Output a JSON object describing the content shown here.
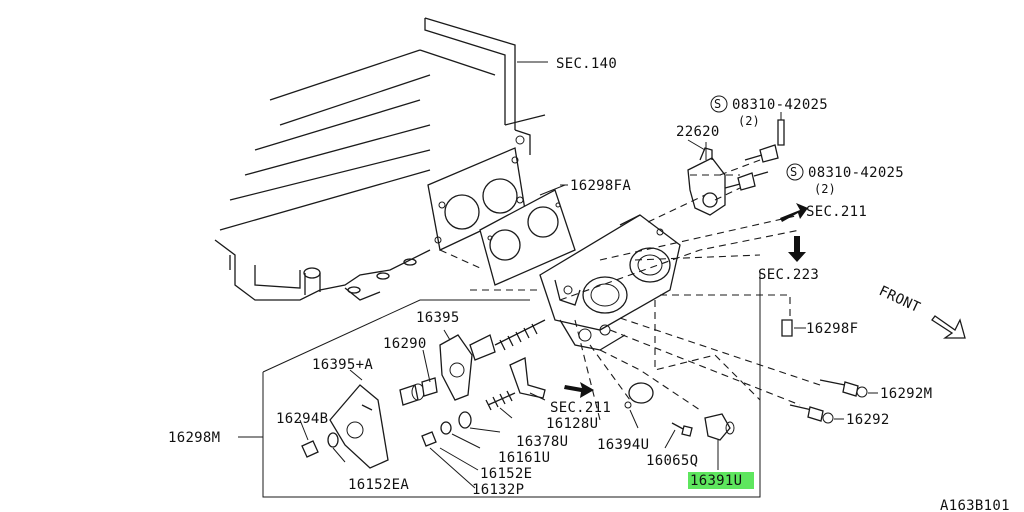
{
  "labels": {
    "sec140": "SEC.140",
    "bolt1": "08310-42025",
    "bolt1_qty": "(2)",
    "bolt2": "08310-42025",
    "bolt2_qty": "(2)",
    "s_symbol": "S",
    "p22620": "22620",
    "p16298FA": "16298FA",
    "sec211_top": "SEC.211",
    "sec223": "SEC.223",
    "front": "FRONT",
    "p16298F": "16298F",
    "p16292M": "16292M",
    "p16292": "16292",
    "p16395": "16395",
    "p16290": "16290",
    "p16395A": "16395+A",
    "p16294B": "16294B",
    "p16298M": "16298M",
    "sec211_bottom": "SEC.211",
    "p16128U": "16128U",
    "p16378U": "16378U",
    "p16161U": "16161U",
    "p16152E": "16152E",
    "p16152EA": "16152EA",
    "p16132P": "16132P",
    "p16394U": "16394U",
    "p16065Q": "16065Q",
    "p16391U": "16391U",
    "figure_id": "A163B101"
  },
  "highlight_color": "#5ee65e"
}
